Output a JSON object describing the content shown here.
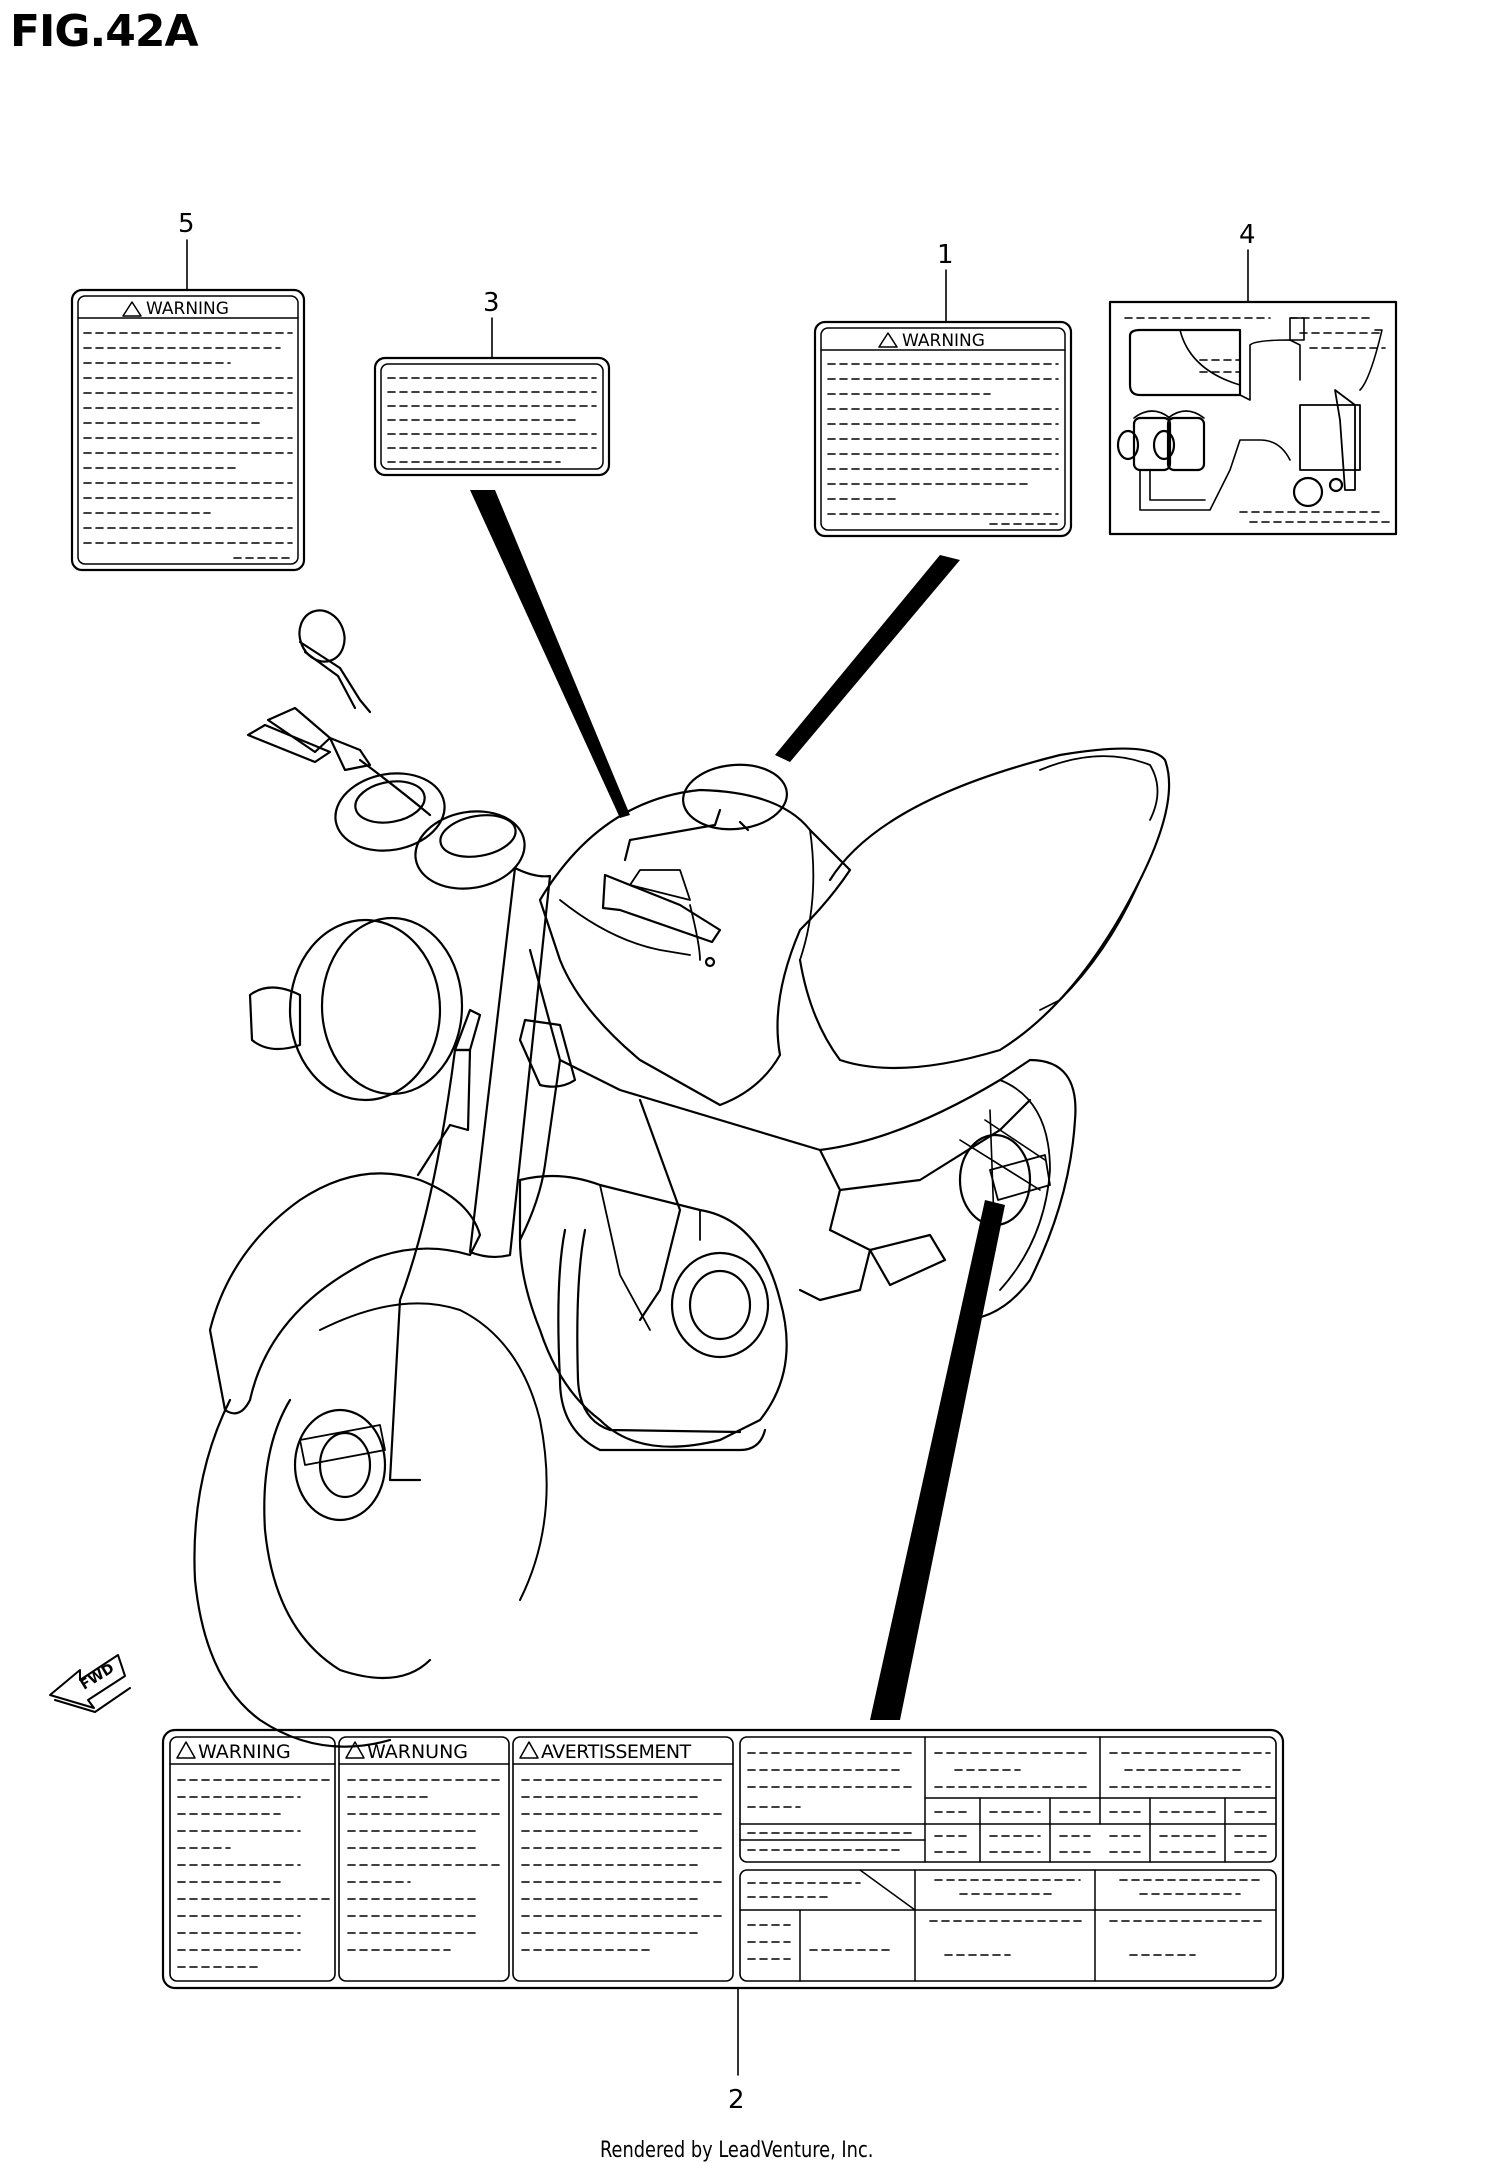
{
  "figure": {
    "title": "FIG.42A"
  },
  "callouts": [
    {
      "id": "1",
      "text": "1"
    },
    {
      "id": "2",
      "text": "2"
    },
    {
      "id": "3",
      "text": "3"
    },
    {
      "id": "4",
      "text": "4"
    },
    {
      "id": "5",
      "text": "5"
    }
  ],
  "labels": {
    "warning": "WARNING",
    "warnung": "WARNUNG",
    "avertissement": "AVERTISSEMENT"
  },
  "fwd": "FWD",
  "footer": "Rendered by LeadVenture, Inc."
}
